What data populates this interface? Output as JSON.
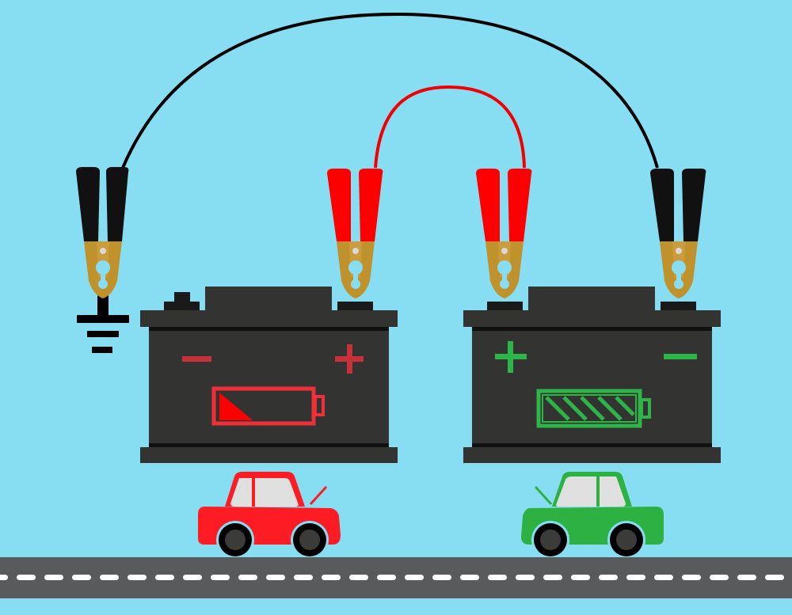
{
  "scene": {
    "subject": "jump-start-illustration",
    "colors": {
      "background": "#87def2",
      "battery_body": "#333432",
      "battery_dark": "#111111",
      "clamp_red": "#fe0000",
      "clamp_black": "#111111",
      "clamp_jaw": "#c0922c",
      "wire_black": "#000000",
      "wire_red": "#f00000",
      "dead_indicator": "#ef3038",
      "dead_sign": "#c8303a",
      "charged_indicator": "#2db548",
      "car_red": "#fd1b24",
      "car_green": "#2db143",
      "window": "#e0e0e0",
      "road": "#595a5c",
      "road_dash": "#ffffff"
    },
    "dead_battery": {
      "charge_level": 0.25,
      "icons": [
        "minus-icon",
        "plus-icon",
        "battery-low-icon"
      ]
    },
    "donor_battery": {
      "charge_level": 1.0,
      "icons": [
        "plus-icon",
        "minus-icon",
        "battery-full-icon"
      ]
    }
  }
}
